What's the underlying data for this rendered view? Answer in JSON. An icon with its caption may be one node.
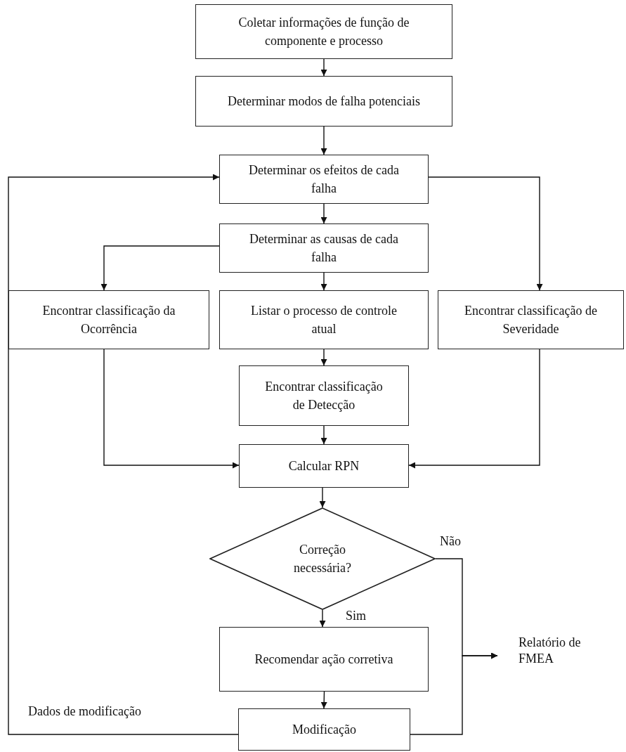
{
  "diagram": {
    "nodes": [
      {
        "text": [
          "Coletar informações de função de componente e processo"
        ]
      },
      {
        "text": [
          "Determinar modos de falha potenciais"
        ]
      },
      {
        "text": [
          "Determinar os efeitos de cada falha"
        ]
      },
      {
        "text": [
          "Determinar as causas de cada falha"
        ]
      },
      {
        "text": [
          "Encontrar classificação da Ocorrência"
        ]
      },
      {
        "text": [
          "Listar o processo de controle atual"
        ]
      },
      {
        "text": [
          "Encontrar classificação de Severidade"
        ]
      },
      {
        "text": [
          "Encontrar classificação de Detecção"
        ]
      },
      {
        "text": [
          "Calcular RPN"
        ]
      },
      {
        "text": [
          "Correção necessária?"
        ]
      },
      {
        "text": [
          "Recomendar ação corretiva"
        ]
      },
      {
        "text": [
          "Modificação"
        ]
      },
      {
        "text": [
          "Relatório de FMEA"
        ]
      }
    ],
    "edges": [
      {
        "from": 0,
        "to": 1,
        "arrow": "to"
      },
      {
        "from": 1,
        "to": 2,
        "arrow": "to"
      },
      {
        "from": 2,
        "to": 3,
        "arrow": "to"
      },
      {
        "from": 2,
        "to": 6,
        "arrow": "to"
      },
      {
        "from": 3,
        "to": 4,
        "arrow": "to"
      },
      {
        "from": 3,
        "to": 5,
        "arrow": "to"
      },
      {
        "from": 4,
        "to": 8,
        "arrow": "to"
      },
      {
        "from": 5,
        "to": 7,
        "arrow": "to"
      },
      {
        "from": 7,
        "to": 8,
        "arrow": "to"
      },
      {
        "from": 6,
        "to": 8,
        "arrow": "to"
      },
      {
        "from": 8,
        "to": 9,
        "arrow": "to"
      },
      {
        "from": 9,
        "to": 10,
        "label": "Sim",
        "arrow": "to"
      },
      {
        "from": 10,
        "to": 11,
        "arrow": "to"
      },
      {
        "from": 9,
        "to": 12,
        "label": "Não",
        "arrow": "to"
      },
      {
        "from": 11,
        "to": 12,
        "arrow": "to"
      },
      {
        "from": 11,
        "to": 2,
        "label": "Dados de modificação",
        "arrow": "to"
      }
    ]
  }
}
